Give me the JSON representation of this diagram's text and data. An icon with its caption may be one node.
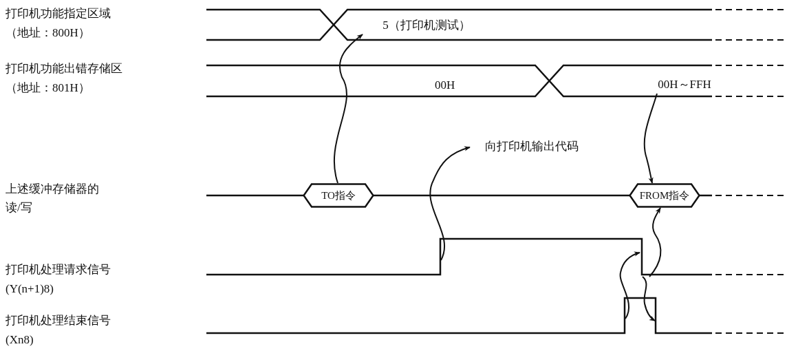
{
  "diagram": {
    "nodes": [
      {
        "text": [
          "TO指令"
        ]
      },
      {
        "text": [
          "FROM指令"
        ]
      },
      {
        "text": [
          "5（打印机测试）"
        ]
      },
      {
        "text": [
          "向打印机输出代码"
        ]
      },
      {
        "text": [
          "00H～FFH"
        ]
      },
      {
        "text": [],
        "shape": "waveform"
      },
      {
        "text": [],
        "shape": "waveform"
      }
    ],
    "edges": [
      {
        "from": 0,
        "to": 2,
        "arrow": "to"
      },
      {
        "from": 5,
        "to": 3,
        "arrow": "to"
      },
      {
        "from": 4,
        "to": 1,
        "arrow": "to"
      },
      {
        "from": 5,
        "to": 1,
        "arrow": "to"
      },
      {
        "from": 6,
        "to": 5,
        "arrow": "to"
      },
      {
        "from": 5,
        "to": 6,
        "arrow": "to"
      }
    ],
    "labels": [
      "打印机功能指定区域",
      "（地址：800H）",
      "打印机功能出错存储区",
      "（地址：801H）",
      "上述缓冲存储器的读/写",
      "打印机处理请求信号",
      "(Y(n+1)8)",
      "打印机处理结束信号",
      "(Xn8)",
      "00H"
    ]
  }
}
